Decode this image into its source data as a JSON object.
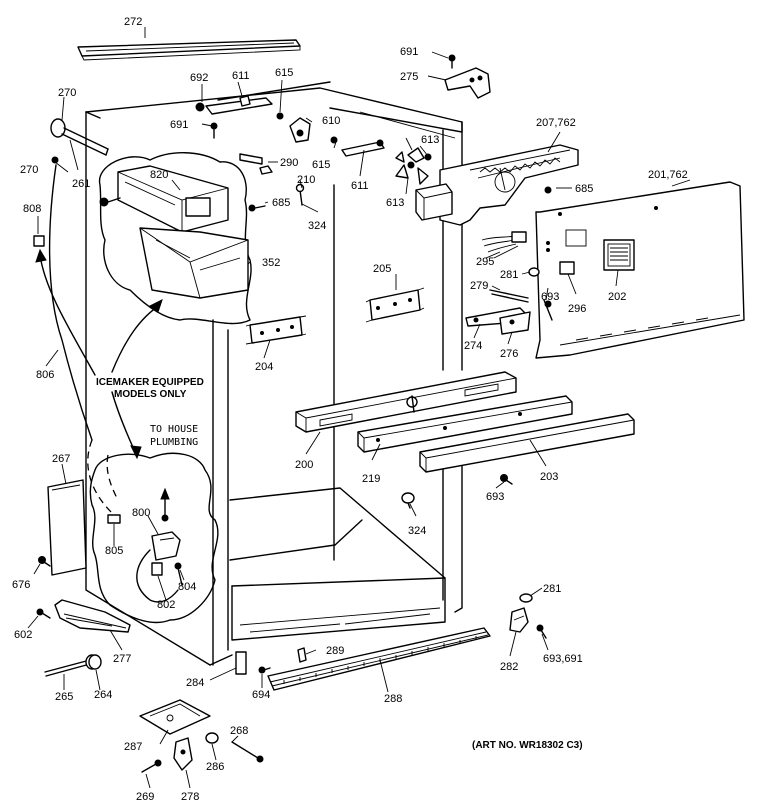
{
  "callouts": {
    "c272": "272",
    "c691a": "691",
    "c275": "275",
    "c270a": "270",
    "c692": "692",
    "c611a": "611",
    "c615a": "615",
    "c691b": "691",
    "c610": "610",
    "c613a": "613",
    "c207": "207,762",
    "c261": "261",
    "c270b": "270",
    "c820": "820",
    "c290": "290",
    "c615b": "615",
    "c611b": "611",
    "c613b": "613",
    "c685a": "685",
    "c210": "210",
    "c808": "808",
    "c685b": "685",
    "c324a": "324",
    "c201": "201,762",
    "c295": "295",
    "c352": "352",
    "c205": "205",
    "c281a": "281",
    "c279": "279",
    "c693a": "693",
    "c296": "296",
    "c202": "202",
    "c204": "204",
    "c274": "274",
    "c276": "276",
    "c806": "806",
    "c200": "200",
    "c219": "219",
    "c203": "203",
    "c267": "267",
    "c693b": "693",
    "c800": "800",
    "c324b": "324",
    "c805": "805",
    "c804": "804",
    "c676": "676",
    "c802": "802",
    "c281b": "281",
    "c602": "602",
    "c277": "277",
    "c289": "289",
    "c693c": "693,691",
    "c284": "284",
    "c282": "282",
    "c265": "265",
    "c264": "264",
    "c694": "694",
    "c288": "288",
    "c268": "268",
    "c287": "287",
    "c286": "286",
    "c269": "269",
    "c278": "278"
  },
  "notes": {
    "icemaker_line1": "ICEMAKER EQUIPPED",
    "icemaker_line2": "MODELS ONLY",
    "plumbing_line1": "TO HOUSE",
    "plumbing_line2": "PLUMBING",
    "art_no": "(ART NO. WR18302 C3)"
  }
}
